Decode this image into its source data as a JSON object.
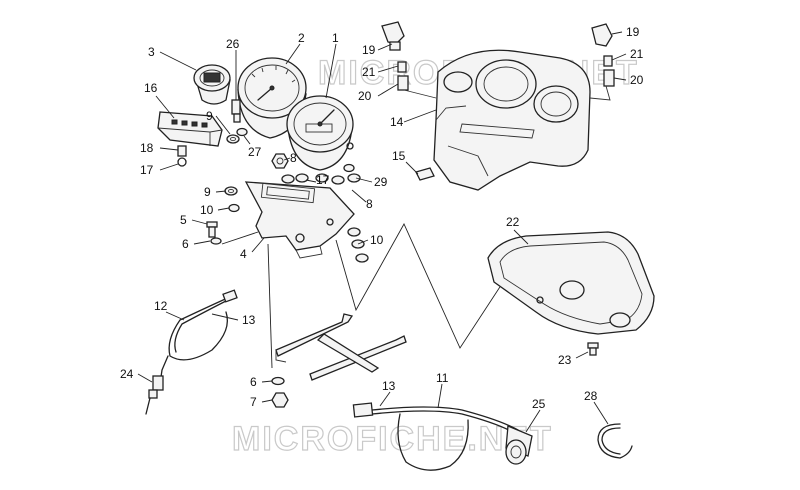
{
  "watermarks": [
    "MICROFICHE.NET",
    "MICROFICHE.NET"
  ],
  "callouts": [
    {
      "id": "c1",
      "text": "1"
    },
    {
      "id": "c2",
      "text": "2"
    },
    {
      "id": "c3",
      "text": "3"
    },
    {
      "id": "c26",
      "text": "26"
    },
    {
      "id": "c16",
      "text": "16"
    },
    {
      "id": "c9a",
      "text": "9"
    },
    {
      "id": "c27",
      "text": "27"
    },
    {
      "id": "c18",
      "text": "18"
    },
    {
      "id": "c17a",
      "text": "17"
    },
    {
      "id": "c8a",
      "text": "8"
    },
    {
      "id": "c17b",
      "text": "17"
    },
    {
      "id": "c29",
      "text": "29"
    },
    {
      "id": "c9b",
      "text": "9"
    },
    {
      "id": "c10a",
      "text": "10"
    },
    {
      "id": "c8b",
      "text": "8"
    },
    {
      "id": "c5",
      "text": "5"
    },
    {
      "id": "c6a",
      "text": "6"
    },
    {
      "id": "c4",
      "text": "4"
    },
    {
      "id": "c10b",
      "text": "10"
    },
    {
      "id": "c19a",
      "text": "19"
    },
    {
      "id": "c21a",
      "text": "21"
    },
    {
      "id": "c20a",
      "text": "20"
    },
    {
      "id": "c14",
      "text": "14"
    },
    {
      "id": "c15",
      "text": "15"
    },
    {
      "id": "c19b",
      "text": "19"
    },
    {
      "id": "c21b",
      "text": "21"
    },
    {
      "id": "c20b",
      "text": "20"
    },
    {
      "id": "c22",
      "text": "22"
    },
    {
      "id": "c23",
      "text": "23"
    },
    {
      "id": "c12",
      "text": "12"
    },
    {
      "id": "c13a",
      "text": "13"
    },
    {
      "id": "c24",
      "text": "24"
    },
    {
      "id": "c6b",
      "text": "6"
    },
    {
      "id": "c7",
      "text": "7"
    },
    {
      "id": "c13b",
      "text": "13"
    },
    {
      "id": "c11",
      "text": "11"
    },
    {
      "id": "c25",
      "text": "25"
    },
    {
      "id": "c28",
      "text": "28"
    }
  ]
}
